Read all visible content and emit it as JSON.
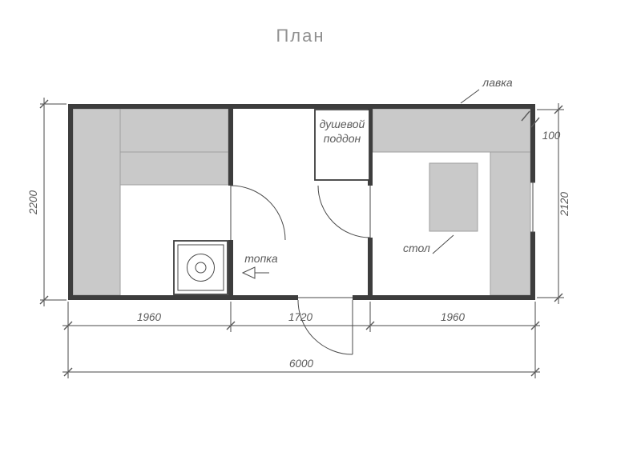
{
  "title": "План",
  "labels": {
    "bench": "лавка",
    "shower_line1": "душевой",
    "shower_line2": "поддон",
    "firebox": "топка",
    "table": "стол"
  },
  "dimensions": {
    "left_height": "2200",
    "right_height": "2120",
    "corner_offset": "100",
    "bottom_left_room": "1960",
    "bottom_middle_room": "1720",
    "bottom_right_room": "1960",
    "total_width": "6000"
  },
  "colors": {
    "bench_fill": "#c9c9c9",
    "wall": "#3d3d3d",
    "line": "#4a4a4a",
    "text": "#5a5a5a",
    "title": "#909090"
  }
}
